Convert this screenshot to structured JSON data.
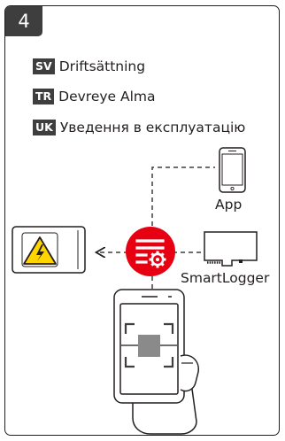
{
  "step": {
    "number": "4"
  },
  "titles": [
    {
      "code": "SV",
      "text": "Driftsättning"
    },
    {
      "code": "TR",
      "text": "Devreye Alma"
    },
    {
      "code": "UK",
      "text": "Уведення в експлуатацію"
    }
  ],
  "diagram": {
    "phone_label": "App",
    "logger_label": "SmartLogger"
  },
  "colors": {
    "accent_red": "#e60012",
    "warning_yellow": "#ffd500",
    "dark": "#3e3e3e"
  }
}
